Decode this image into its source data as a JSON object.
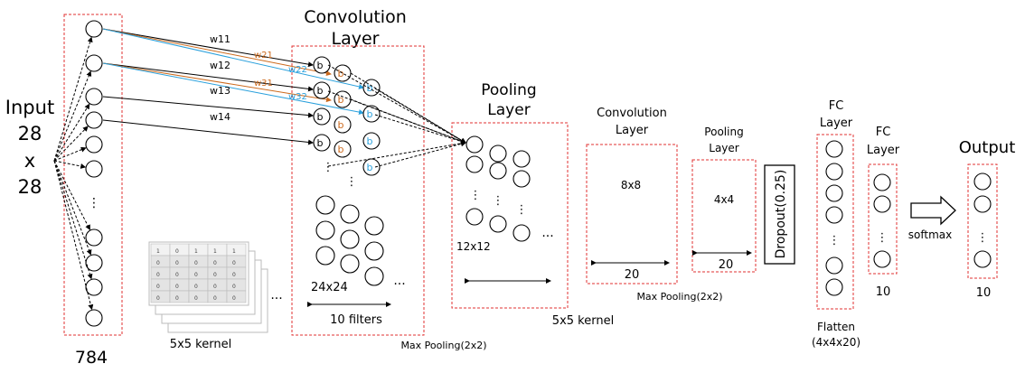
{
  "input": {
    "title_line1": "Input",
    "title_line2": "28",
    "title_line3": "x",
    "title_line4": "28",
    "count": "784",
    "ellipsis": "⋮"
  },
  "conv1": {
    "title_line1": "Convolution",
    "title_line2": "Layer",
    "size": "24x24",
    "filters": "10 filters",
    "pool": "Max Pooling(2x2)"
  },
  "weights": [
    "w11",
    "w12",
    "w13",
    "w14"
  ],
  "weights2": [
    "w21",
    "w22",
    "w31",
    "w32"
  ],
  "biases1": [
    "b",
    "b",
    "b",
    "b",
    "b"
  ],
  "biases2": [
    "b",
    "b",
    "b"
  ],
  "biases3": [
    "b",
    "b",
    "b",
    "b",
    "b"
  ],
  "colors": {
    "box": "#e03030",
    "orange": "#cc6a1d",
    "blue": "#2aa0dc"
  },
  "kernel1": {
    "label": "5x5 kernel",
    "row1": [
      "1",
      "0",
      "1",
      "1",
      "1"
    ],
    "row_rest": [
      "0",
      "0",
      "0",
      "0",
      "0"
    ]
  },
  "pool1": {
    "title_line1": "Pooling",
    "title_line2": "Layer",
    "size": "12x12",
    "kernel": "5x5 kernel"
  },
  "conv2": {
    "title_line1": "Convolution",
    "title_line2": "Layer",
    "size": "8x8",
    "depth": "20",
    "pool": "Max Pooling(2x2)"
  },
  "pool2": {
    "title_line1": "Pooling",
    "title_line2": "Layer",
    "size": "4x4",
    "depth": "20"
  },
  "dropout": {
    "label": "Dropout(0.25)"
  },
  "fc1": {
    "title_line1": "FC",
    "title_line2": "Layer",
    "flatten_line1": "Flatten",
    "flatten_line2": "(4x4x20)"
  },
  "fc2": {
    "title_line1": "FC",
    "title_line2": "Layer",
    "count": "10"
  },
  "output": {
    "title": "Output",
    "count": "10",
    "softmax": "softmax"
  },
  "misc": {
    "ellipsis_h": "...",
    "ellipsis_v": "⋮"
  }
}
